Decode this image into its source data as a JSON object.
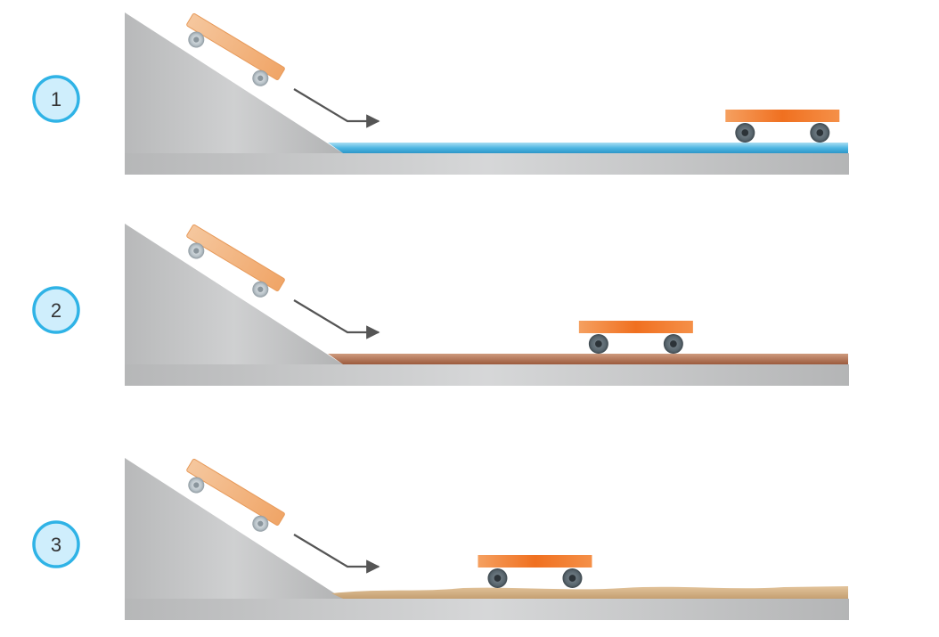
{
  "colors": {
    "badge_fill": "#cfeefc",
    "badge_stroke": "#2fb3e6",
    "ramp": "#bfc0c1",
    "ground": "#c4c5c6",
    "surface_water": "#5bc0e8",
    "surface_wood": "#b06a4a",
    "surface_sand": "#d2b48c",
    "cart_top": "#f07828",
    "cart_ramp": "#f2b07c",
    "wheel": "#5f6c74",
    "arrow": "#555555"
  },
  "panels": [
    {
      "label": "1",
      "surface": "water",
      "cart_position": 0.87
    },
    {
      "label": "2",
      "surface": "wood",
      "cart_position": 0.58
    },
    {
      "label": "3",
      "surface": "sand",
      "cart_position": 0.38
    }
  ]
}
